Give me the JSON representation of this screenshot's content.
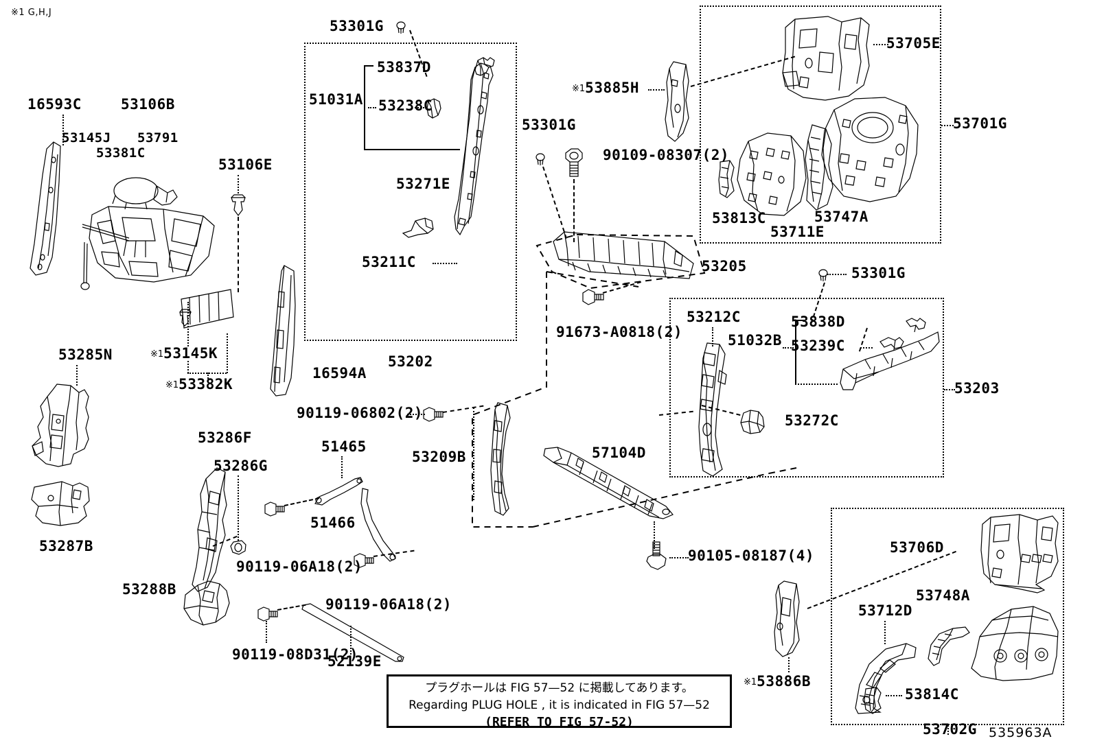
{
  "sheet": {
    "drawing_number": "535963A",
    "footnote_marker": "※1 G,H,J"
  },
  "note_box": {
    "line_jp": "プラグホールは FIG  57—52 に掲載してあります。",
    "line_en": "Regarding  PLUG  HOLE , it is indicated in FIG  57—52",
    "line_ref": "(REFER TO FIG 57-52)"
  },
  "labels": {
    "l16593C": "16593C",
    "l16594A": "16594A",
    "l53106B": "53106B",
    "l53145J": "53145J",
    "l53381C": "53381C",
    "l53791": "53791",
    "l53106E": "53106E",
    "l53145K": "53145K",
    "l53382K": "53382K",
    "l53285N": "53285N",
    "l53287B": "53287B",
    "l53286F": "53286F",
    "l53286G": "53286G",
    "l53288B": "53288B",
    "l51465": "51465",
    "l51466": "51466",
    "l52139E": "52139E",
    "l53301G_top": "53301G",
    "l53837D": "53837D",
    "l51031A": "51031A",
    "l53238C": "53238C",
    "l53271E": "53271E",
    "l53211C": "53211C",
    "l53202": "53202",
    "l53301G_mid": "53301G",
    "l90109": "90109-08307(2)",
    "l53205": "53205",
    "l91673": "91673-A0818(2)",
    "l53885H": "53885H",
    "l53705E": "53705E",
    "l53701G": "53701G",
    "l53813C": "53813C",
    "l53711E": "53711E",
    "l53747A": "53747A",
    "l53301G_right": "53301G",
    "l53212C": "53212C",
    "l53838D": "53838D",
    "l51032B": "51032B",
    "l53239C": "53239C",
    "l53272C": "53272C",
    "l53203": "53203",
    "l53209B": "53209B",
    "l57104D": "57104D",
    "l90119_06802": "90119-06802(2)",
    "l90119_06A18_a": "90119-06A18(2)",
    "l90119_06A18_b": "90119-06A18(2)",
    "l90119_08D31": "90119-08D31(2)",
    "l90105": "90105-08187(4)",
    "l53886B": "53886B",
    "l53706D": "53706D",
    "l53712D": "53712D",
    "l53748A": "53748A",
    "l53814C": "53814C",
    "l53702G": "53702G"
  },
  "star_marker": "※1",
  "colors": {
    "ink": "#000000",
    "paper": "#ffffff"
  },
  "groups": {
    "box_53202": "53202",
    "box_53203": "53203",
    "box_53701G": "53701G",
    "box_53702G": "53702G"
  }
}
